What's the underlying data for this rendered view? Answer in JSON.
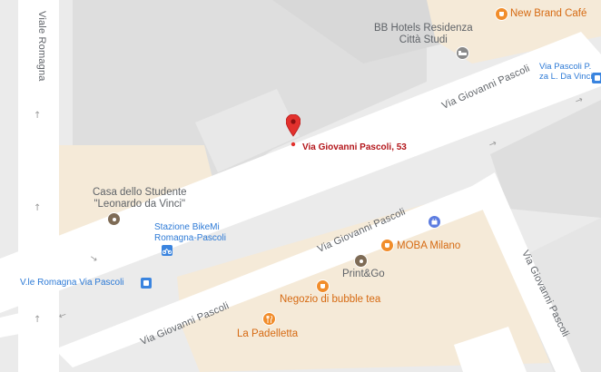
{
  "map": {
    "streets": {
      "viale_romagna": "Viale Romagna",
      "via_giovanni_pascoli_top": "Via Giovanni Pascoli",
      "via_giovanni_pascoli_mid": "Via Giovanni Pascoli",
      "via_giovanni_pascoli_bottom": "Via Giovanni Pascoli",
      "via_giovanni_pascoli_right": "Via Giovanni Pascoli"
    },
    "pois": {
      "bb_hotels_line1": "BB Hotels Residenza",
      "bb_hotels_line2": "Città Studi",
      "new_brand_cafe": "New Brand Café",
      "via_pascoli_p_line1": "Via Pascoli P.",
      "via_pascoli_p_line2": "za L. Da Vinci",
      "casa_studente_line1": "Casa dello Studente",
      "casa_studente_line2": "\"Leonardo da Vinci\"",
      "stazione_bikemi_line1": "Stazione BikeMi",
      "stazione_bikemi_line2": "Romagna-Pascoli",
      "vle_romagna_via_pascoli": "V.le Romagna Via Pascoli",
      "moba_milano": "MOBA Milano",
      "print_and_go": "Print&Go",
      "negozio_bubble_tea": "Negozio di bubble tea",
      "la_padelletta": "La Padelletta"
    },
    "marker": {
      "address": "Via Giovanni Pascoli, 53"
    },
    "colors": {
      "road": "#ffffff",
      "background": "#ebebeb",
      "building": "#dcdcdc",
      "tan_area": "#f5ead8",
      "marker_red": "#e2312d",
      "poi_orange": "#f18d2b",
      "transit_blue": "#3a84df"
    },
    "icons": {
      "marker": "map-pin-icon",
      "cafe": "coffee-cup-icon",
      "hotel": "bed-icon",
      "bus": "bus-icon",
      "bike": "bicycle-icon",
      "shopping": "shopping-bag-icon",
      "restaurant": "fork-knife-icon"
    }
  }
}
